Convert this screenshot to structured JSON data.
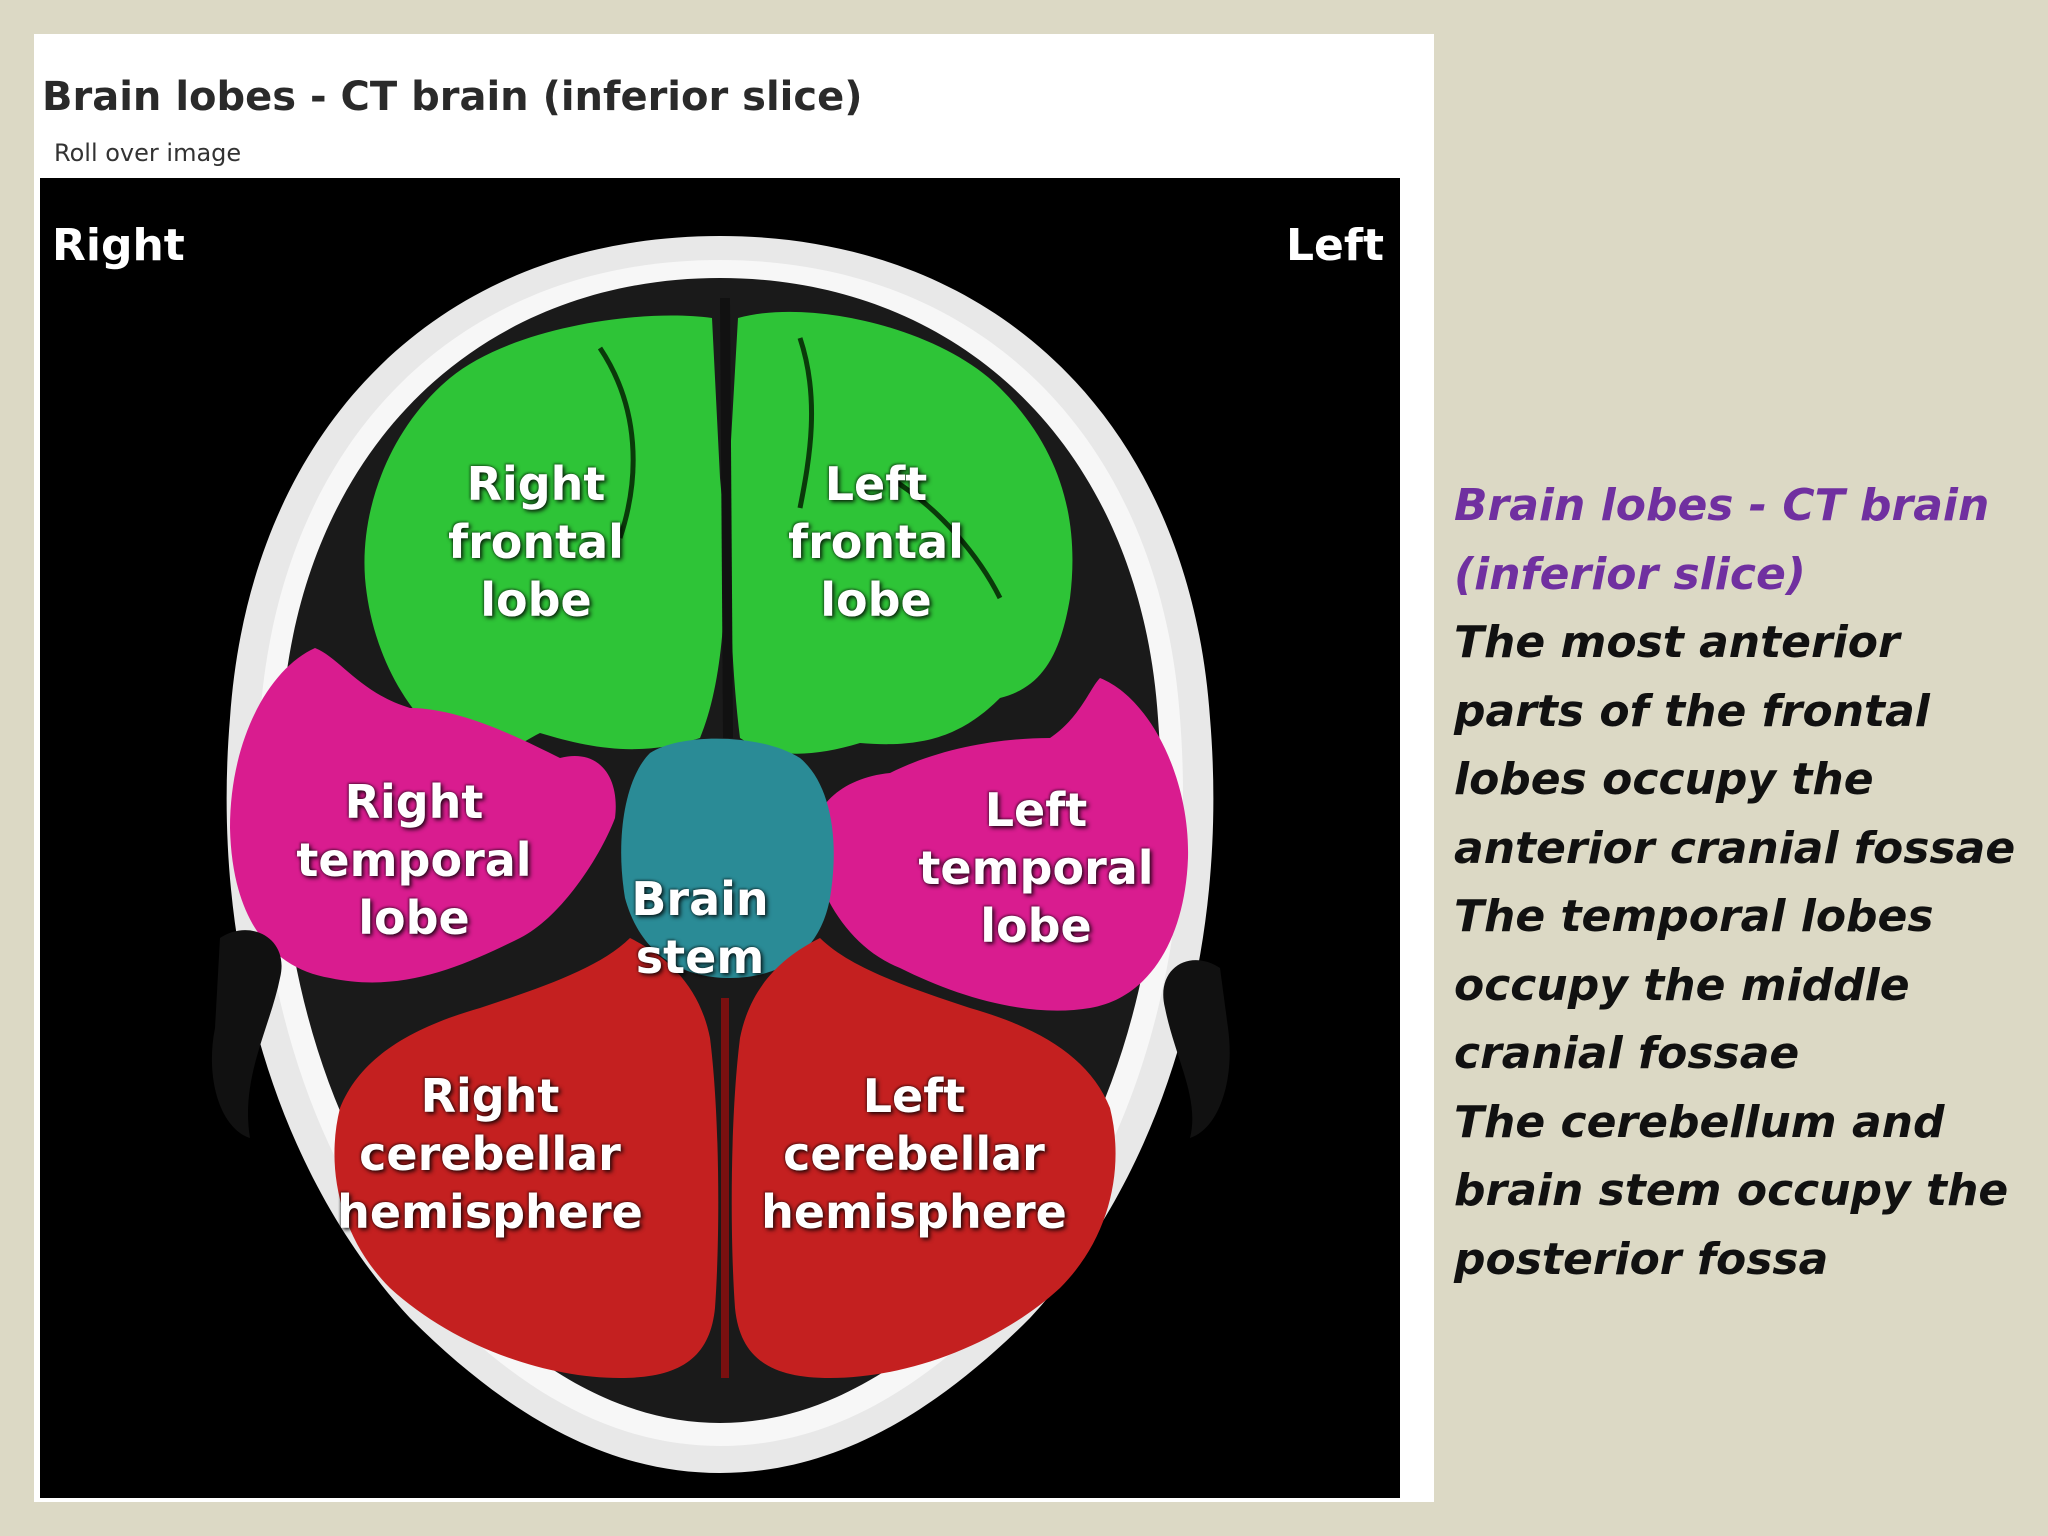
{
  "panel": {
    "title": "Brain lobes - CT brain (inferior slice)",
    "subtitle": "Roll over image",
    "orientation": {
      "right": "Right",
      "left": "Left"
    }
  },
  "regions": {
    "right_frontal": {
      "lines": [
        "Right",
        "frontal",
        "lobe"
      ],
      "color": "#2ec437"
    },
    "left_frontal": {
      "lines": [
        "Left",
        "frontal",
        "lobe"
      ],
      "color": "#2ec437"
    },
    "right_temporal": {
      "lines": [
        "Right",
        "temporal",
        "lobe"
      ],
      "color": "#d91c8f"
    },
    "left_temporal": {
      "lines": [
        "Left",
        "temporal",
        "lobe"
      ],
      "color": "#d91c8f"
    },
    "brain_stem": {
      "lines": [
        "Brain",
        "stem"
      ],
      "color": "#2a8b96"
    },
    "right_cerebellar": {
      "lines": [
        "Right",
        "cerebellar",
        "hemisphere"
      ],
      "color": "#c42020"
    },
    "left_cerebellar": {
      "lines": [
        "Left",
        "cerebellar",
        "hemisphere"
      ],
      "color": "#c42020"
    }
  },
  "notes": {
    "heading": [
      "Brain lobes - CT brain",
      "(inferior slice)"
    ],
    "body": [
      "The most anterior",
      "parts of the frontal",
      "lobes occupy the",
      "anterior cranial fossae",
      "The temporal lobes",
      "occupy the middle",
      "cranial fossae",
      "The cerebellum and",
      "brain stem occupy the",
      "posterior fossa"
    ],
    "accent_color": "#7030a0"
  }
}
